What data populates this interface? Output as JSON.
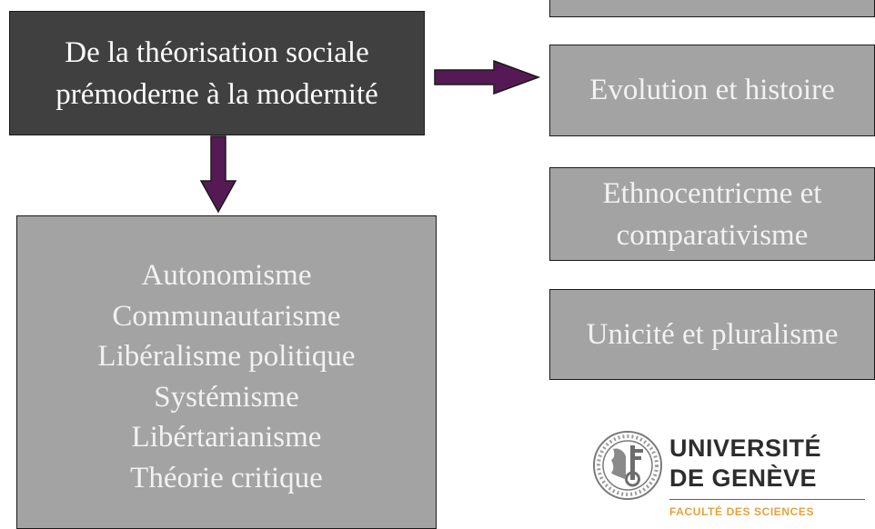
{
  "main_box": {
    "line1": "De la théorisation sociale",
    "line2": "prémoderne à la modernité"
  },
  "right_boxes": {
    "top_box": "",
    "evolution": "Evolution et histoire",
    "ethno_line1": "Ethnocentricme et",
    "ethno_line2": "comparativisme",
    "unicite": "Unicité et pluralisme"
  },
  "list_box": {
    "items": [
      "Autonomisme",
      "Communautarisme",
      "Libéralisme politique",
      "Systémisme",
      "Libértarianisme",
      "Théorie critique"
    ]
  },
  "logo": {
    "line1": "UNIVERSITÉ",
    "line2": "DE GENÈVE",
    "faculty": "FACULTÉ DES SCIENCES"
  },
  "colors": {
    "arrow_fill": "#551a55",
    "dark_box": "#404040",
    "gray_box": "#a3a3a3",
    "rule": "#cc2a6e",
    "faculty_text": "#e8a23a"
  }
}
